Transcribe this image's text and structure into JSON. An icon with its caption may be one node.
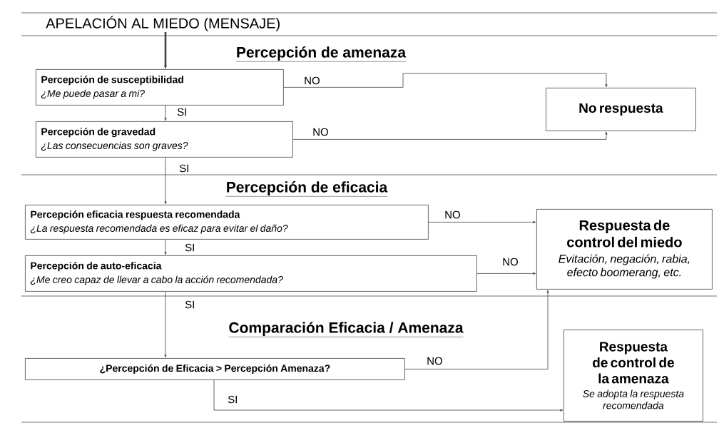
{
  "diagram": {
    "nodes": [
      {
        "text": [
          "APELACIÓN AL MIEDO (MENSAJE)"
        ]
      },
      {
        "text": [
          "Percepción de susceptibilidad",
          "¿Me puede pasar a mi?"
        ]
      },
      {
        "text": [
          "No respuesta"
        ]
      },
      {
        "text": [
          "Percepción de gravedad",
          "¿Las consecuencias son graves?"
        ]
      },
      {
        "text": [
          "Percepción eficacia respuesta recomendada",
          "¿La respuesta recomendada es eficaz para evitar el daño?"
        ]
      },
      {
        "text": [
          "Respuesta de control del miedo",
          "Evitación, negación, rabia, efecto boomerang, etc."
        ]
      },
      {
        "text": [
          "Percepción de auto-eficacia",
          "¿Me creo capaz de llevar a cabo la acción recomendada?"
        ]
      },
      {
        "text": [
          "¿Percepción de Eficacia > Percepción Amenaza?"
        ]
      },
      {
        "text": [
          "Respuesta de control de la amenaza",
          "Se adopta la respuesta recomendada"
        ]
      }
    ],
    "edges": [
      {
        "from": 0,
        "to": 1,
        "arrow": "to",
        "style": "thick"
      },
      {
        "from": 1,
        "to": 2,
        "arrow": "to",
        "label": "NO"
      },
      {
        "from": 1,
        "to": 3,
        "arrow": "to",
        "label": "SI"
      },
      {
        "from": 3,
        "to": 2,
        "arrow": "to",
        "label": "NO"
      },
      {
        "from": 3,
        "to": 4,
        "arrow": "to",
        "label": "SI"
      },
      {
        "from": 4,
        "to": 5,
        "arrow": "to",
        "label": "NO"
      },
      {
        "from": 4,
        "to": 6,
        "arrow": "to",
        "label": "SI"
      },
      {
        "from": 6,
        "to": 5,
        "arrow": "to",
        "label": "NO"
      },
      {
        "from": 6,
        "to": 7,
        "arrow": "to",
        "label": "SI"
      },
      {
        "from": 7,
        "to": 5,
        "arrow": "to",
        "label": "NO"
      },
      {
        "from": 7,
        "to": 8,
        "arrow": "to",
        "label": "SI"
      }
    ],
    "labels": [
      "Percepción de amenaza",
      "Percepción de eficacia",
      "Comparación Eficacia / Amenaza"
    ]
  }
}
